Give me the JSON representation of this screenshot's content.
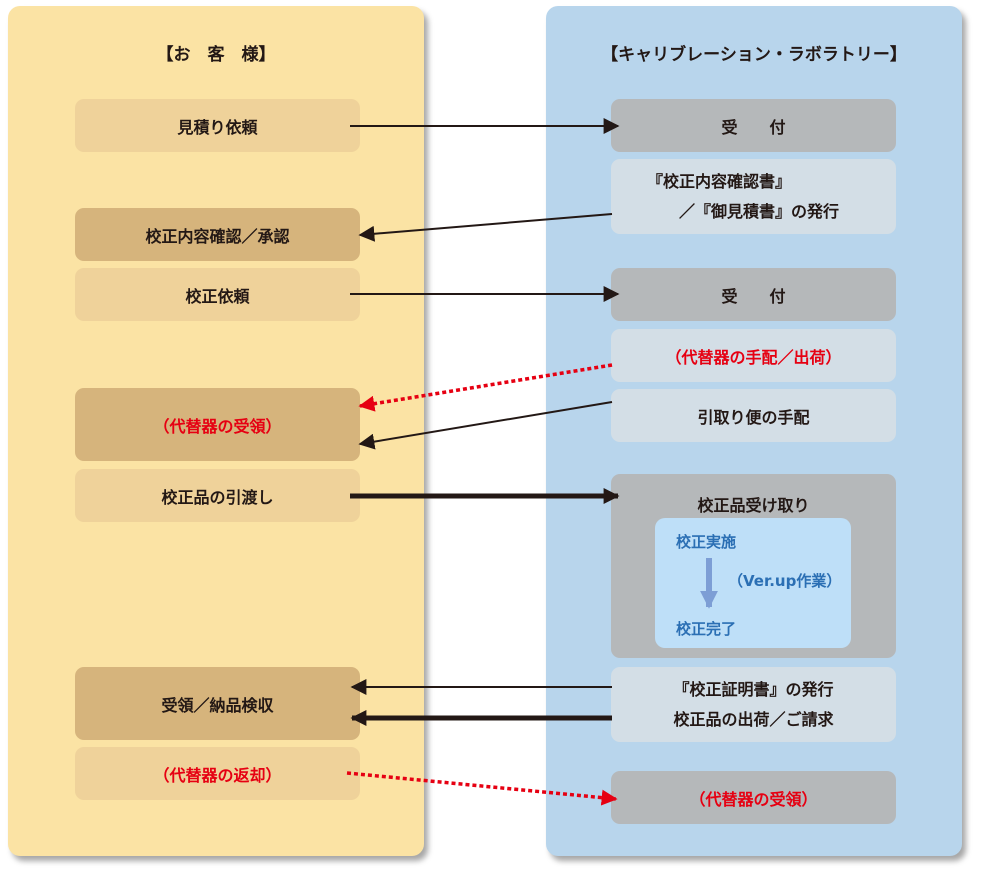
{
  "customer": {
    "title": "【お　客　様】",
    "steps": {
      "estimate_request": "見積り依頼",
      "confirm_approve": "校正内容確認／承認",
      "calibration_request": "校正依頼",
      "loaner_receipt": "（代替器の受領）",
      "hand_over": "校正品の引渡し",
      "receive_inspect": "受領／納品検収",
      "loaner_return": "（代替器の返却）"
    }
  },
  "lab": {
    "title": "【キャリブレーション・ラボラトリー】",
    "steps": {
      "reception_1": "受　　付",
      "confirmation_doc_line1": "『校正内容確認書』",
      "confirmation_doc_line2": "　　／『御見積書』の発行",
      "reception_2": "受　　付",
      "loaner_ship": "（代替器の手配／出荷）",
      "pickup_arrange": "引取り便の手配",
      "receive_item": "校正品受け取り",
      "cert_issue": "『校正証明書』の発行",
      "ship_invoice": "校正品の出荷／ご請求",
      "loaner_receipt": "（代替器の受領）"
    },
    "work": {
      "start": "校正実施",
      "verup": "（Ver.up作業）",
      "done": "校正完了"
    }
  },
  "colors": {
    "customer_lane": "#fbe3a4",
    "lab_lane": "#b8d5ec",
    "red_accent": "#e60012",
    "work_text": "#2b6fb4"
  }
}
